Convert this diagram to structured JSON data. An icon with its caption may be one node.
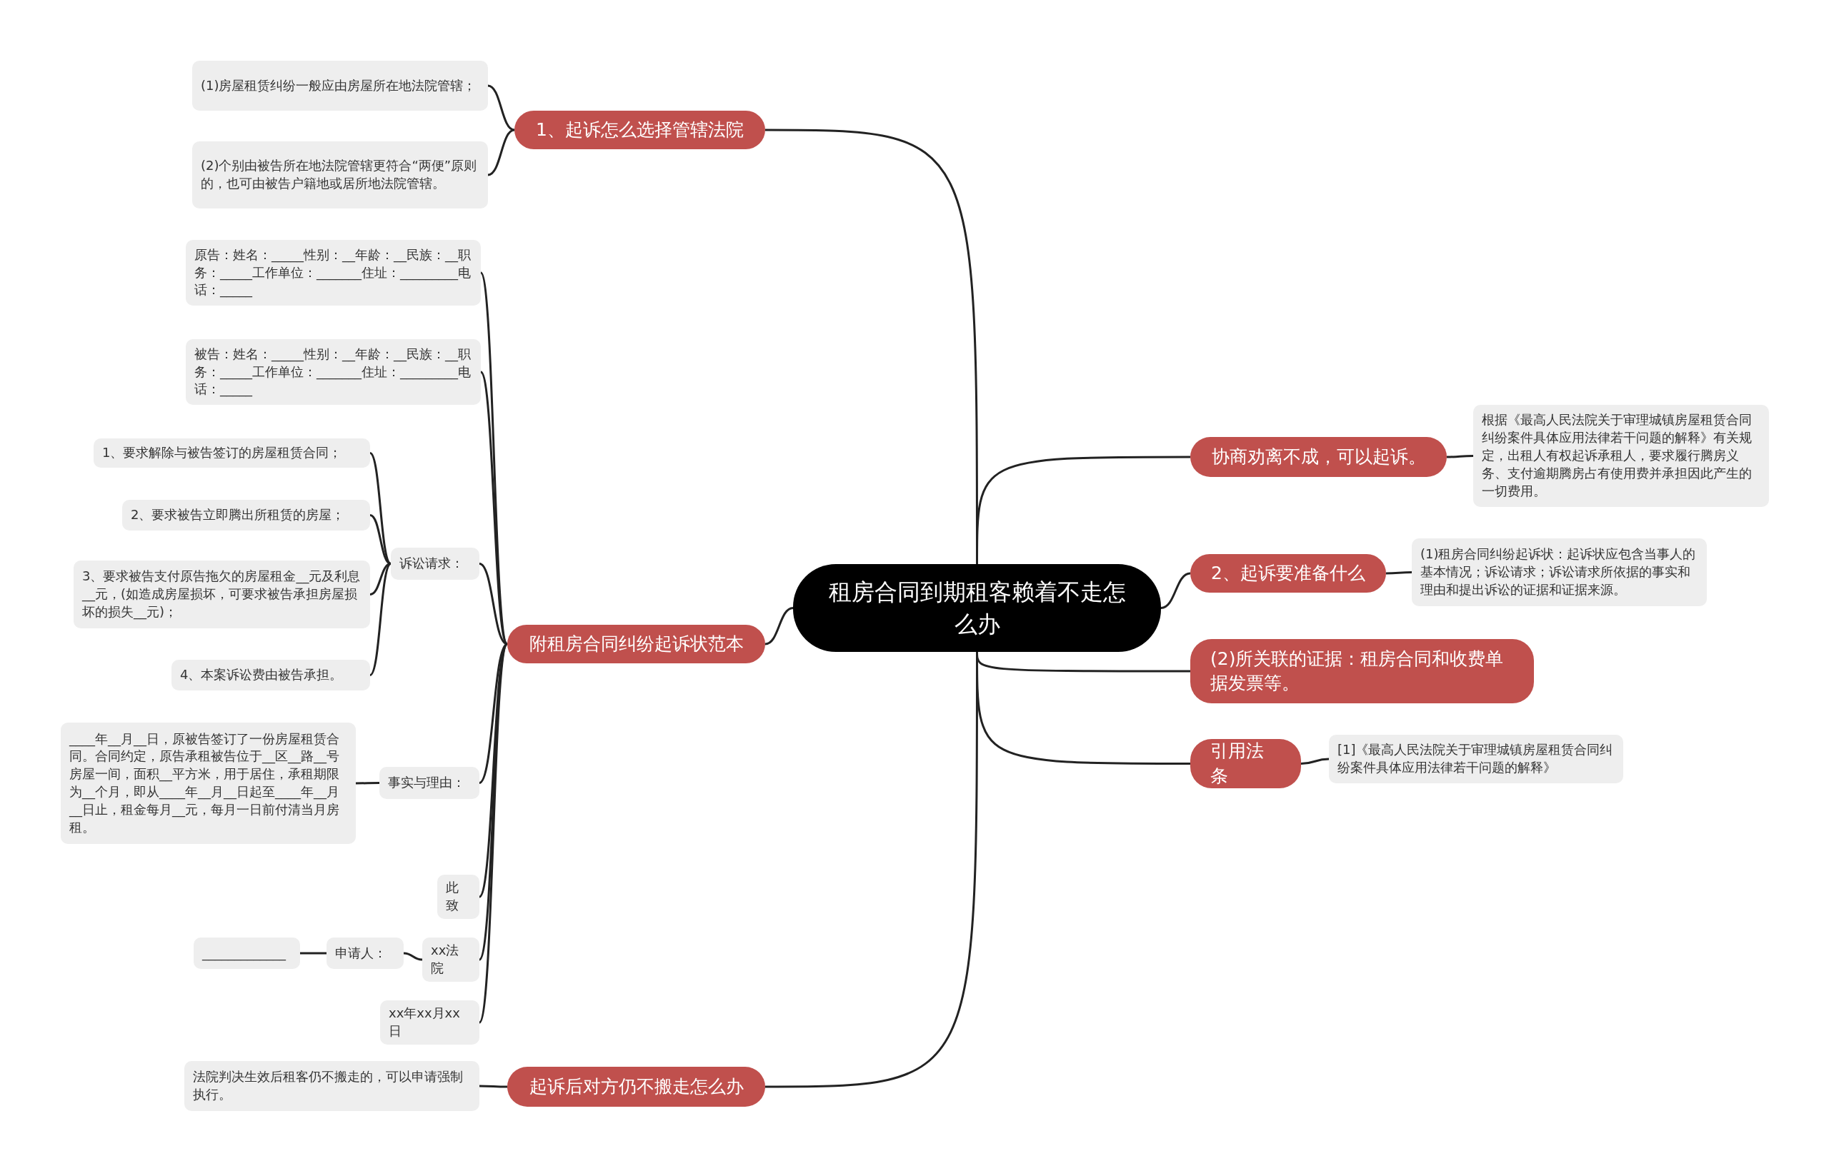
{
  "diagram": {
    "nodes": [
      {
        "text": [
          "租房合同到期租客赖着不走怎么办"
        ]
      },
      {
        "text": [
          "1、起诉怎么选择管辖法院"
        ]
      },
      {
        "text": [
          "(1)房屋租赁纠纷一般应由房屋所在地法院管辖；"
        ]
      },
      {
        "text": [
          "(2)个别由被告所在地法院管辖更符合“两便”原则的，也可由被告户籍地或居所地法院管辖。"
        ]
      },
      {
        "text": [
          "附租房合同纠纷起诉状范本"
        ]
      },
      {
        "text": [
          "原告：姓名：_____性别：__年龄：__民族：__职务：_____工作单位：_______住址：_________电话：_____"
        ]
      },
      {
        "text": [
          "被告：姓名：_____性别：__年龄：__民族：__职务：_____工作单位：_______住址：_________电话：_____"
        ]
      },
      {
        "text": [
          "诉讼请求："
        ]
      },
      {
        "text": [
          "1、要求解除与被告签订的房屋租赁合同；"
        ]
      },
      {
        "text": [
          "2、要求被告立即腾出所租赁的房屋；"
        ]
      },
      {
        "text": [
          "3、要求被告支付原告拖欠的房屋租金__元及利息__元，(如造成房屋损坏，可要求被告承担房屋损坏的损失__元)；"
        ]
      },
      {
        "text": [
          "4、本案诉讼费由被告承担。"
        ]
      },
      {
        "text": [
          "事实与理由："
        ]
      },
      {
        "text": [
          "____年__月__日，原被告签订了一份房屋租赁合同。合同约定，原告承租被告位于__区__路__号房屋一间，面积__平方米，用于居住，承租期限为__个月，即从____年__月__日起至____年__月__日止，租金每月__元，每月一日前付清当月房租。"
        ]
      },
      {
        "text": [
          "此致"
        ]
      },
      {
        "text": [
          "xx法院"
        ]
      },
      {
        "text": [
          "申请人："
        ]
      },
      {
        "text": [
          "_____________"
        ]
      },
      {
        "text": [
          "xx年xx月xx日"
        ]
      },
      {
        "text": [
          "起诉后对方仍不搬走怎么办"
        ]
      },
      {
        "text": [
          "法院判决生效后租客仍不搬走的，可以申请强制执行。"
        ]
      },
      {
        "text": [
          "协商劝离不成，可以起诉。"
        ]
      },
      {
        "text": [
          "根据《最高人民法院关于审理城镇房屋租赁合同纠纷案件具体应用法律若干问题的解释》有关规定，出租人有权起诉承租人，要求履行腾房义务、支付逾期腾房占有使用费并承担因此产生的一切费用。"
        ]
      },
      {
        "text": [
          "2、起诉要准备什么"
        ]
      },
      {
        "text": [
          "(1)租房合同纠纷起诉状：起诉状应包含当事人的基本情况；诉讼请求；诉讼请求所依据的事实和理由和提出诉讼的证据和证据来源。"
        ]
      },
      {
        "text": [
          "(2)所关联的证据：租房合同和收费单据发票等。"
        ]
      },
      {
        "text": [
          "引用法条"
        ]
      },
      {
        "text": [
          "[1]《最高人民法院关于审理城镇房屋租赁合同纠纷案件具体应用法律若干问题的解释》"
        ]
      }
    ],
    "edges": [
      {
        "from": 0,
        "to": 1,
        "arrow": "none"
      },
      {
        "from": 1,
        "to": 2,
        "arrow": "none"
      },
      {
        "from": 1,
        "to": 3,
        "arrow": "none"
      },
      {
        "from": 0,
        "to": 4,
        "arrow": "none"
      },
      {
        "from": 4,
        "to": 5,
        "arrow": "none"
      },
      {
        "from": 4,
        "to": 6,
        "arrow": "none"
      },
      {
        "from": 4,
        "to": 7,
        "arrow": "none"
      },
      {
        "from": 7,
        "to": 8,
        "arrow": "none"
      },
      {
        "from": 7,
        "to": 9,
        "arrow": "none"
      },
      {
        "from": 7,
        "to": 10,
        "arrow": "none"
      },
      {
        "from": 7,
        "to": 11,
        "arrow": "none"
      },
      {
        "from": 4,
        "to": 12,
        "arrow": "none"
      },
      {
        "from": 12,
        "to": 13,
        "arrow": "none"
      },
      {
        "from": 4,
        "to": 14,
        "arrow": "none"
      },
      {
        "from": 4,
        "to": 15,
        "arrow": "none"
      },
      {
        "from": 15,
        "to": 16,
        "arrow": "none"
      },
      {
        "from": 16,
        "to": 17,
        "arrow": "none"
      },
      {
        "from": 4,
        "to": 18,
        "arrow": "none"
      },
      {
        "from": 0,
        "to": 19,
        "arrow": "none"
      },
      {
        "from": 19,
        "to": 20,
        "arrow": "none"
      },
      {
        "from": 0,
        "to": 21,
        "arrow": "none"
      },
      {
        "from": 21,
        "to": 22,
        "arrow": "none"
      },
      {
        "from": 0,
        "to": 23,
        "arrow": "none"
      },
      {
        "from": 23,
        "to": 24,
        "arrow": "none"
      },
      {
        "from": 0,
        "to": 25,
        "arrow": "none"
      },
      {
        "from": 0,
        "to": 26,
        "arrow": "none"
      },
      {
        "from": 26,
        "to": 27,
        "arrow": "none"
      }
    ]
  }
}
